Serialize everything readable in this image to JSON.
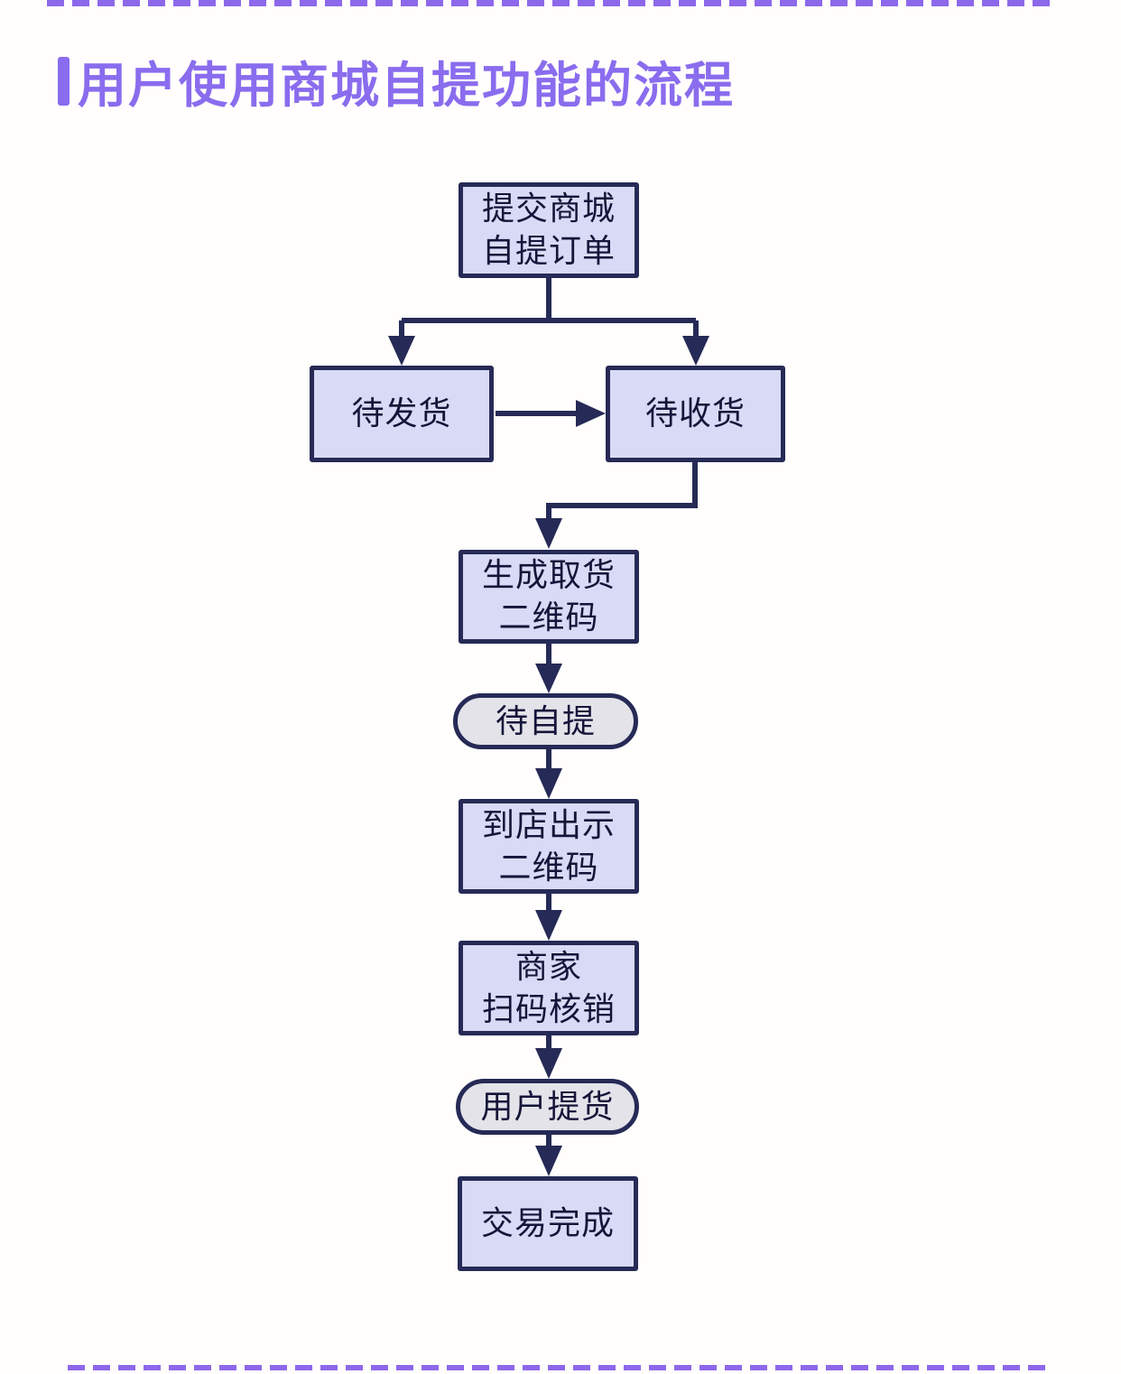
{
  "title": {
    "text": "用户使用商城自提功能的流程"
  },
  "colors": {
    "accent_purple": "#8a6cee",
    "dash_purple": "#8d68ea",
    "line_navy": "#262a56",
    "node_fill": "#d9daf5",
    "pill_fill": "#e3e3e9",
    "node_text": "#15153a",
    "page_bg": "#fffefd"
  },
  "flowchart": {
    "nodes": [
      {
        "id": "submit-order",
        "shape": "rect",
        "lines": [
          "提交商城",
          "自提订单"
        ]
      },
      {
        "id": "to-ship",
        "shape": "rect",
        "lines": [
          "待发货"
        ]
      },
      {
        "id": "to-receive",
        "shape": "rect",
        "lines": [
          "待收货"
        ]
      },
      {
        "id": "generate-qr",
        "shape": "rect",
        "lines": [
          "生成取货",
          "二维码"
        ]
      },
      {
        "id": "await-pickup",
        "shape": "pill",
        "lines": [
          "待自提"
        ]
      },
      {
        "id": "show-qr",
        "shape": "rect",
        "lines": [
          "到店出示",
          "二维码"
        ]
      },
      {
        "id": "merchant-scan",
        "shape": "rect",
        "lines": [
          "商家",
          "扫码核销"
        ]
      },
      {
        "id": "user-pickup",
        "shape": "pill",
        "lines": [
          "用户提货"
        ]
      },
      {
        "id": "done",
        "shape": "rect",
        "lines": [
          "交易完成"
        ]
      }
    ],
    "edges": [
      {
        "from": "submit-order",
        "to": "to-ship"
      },
      {
        "from": "submit-order",
        "to": "to-receive"
      },
      {
        "from": "to-ship",
        "to": "to-receive"
      },
      {
        "from": "to-receive",
        "to": "generate-qr"
      },
      {
        "from": "generate-qr",
        "to": "await-pickup"
      },
      {
        "from": "await-pickup",
        "to": "show-qr"
      },
      {
        "from": "show-qr",
        "to": "merchant-scan"
      },
      {
        "from": "merchant-scan",
        "to": "user-pickup"
      },
      {
        "from": "user-pickup",
        "to": "done"
      }
    ]
  }
}
